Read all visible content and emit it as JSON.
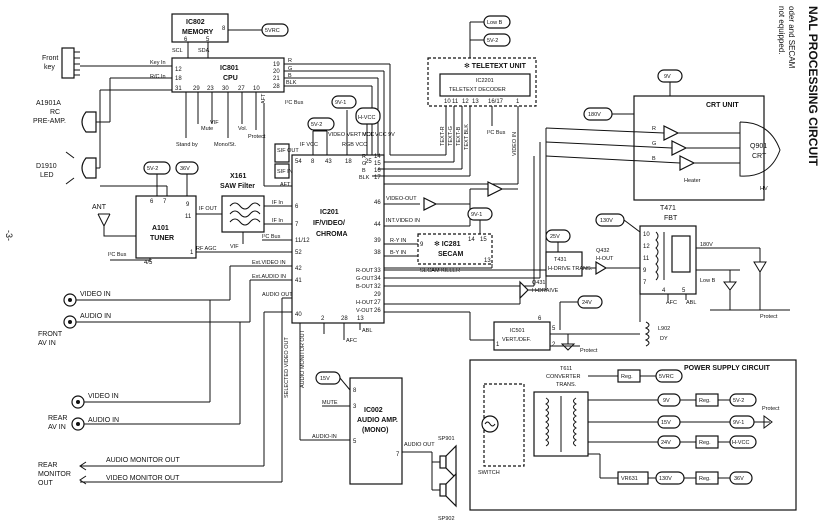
{
  "side_text": {
    "title_fragment": "NAL PROCESSING CIRCUIT",
    "note_line1": "oder and SECAM",
    "note_line2": "not equipped.",
    "page_number": "-3-"
  },
  "rails": {
    "5vrc": "5VRC",
    "5v2": "5V-2",
    "9v": "9V",
    "9v1": "9V-1",
    "36v": "36V",
    "180v": "180V",
    "130v": "130V",
    "25v": "25V",
    "24v": "24V",
    "15v": "15V",
    "hvcc": "H-VCC",
    "lowb": "Low B",
    "180v_fbt": "180V",
    "lowb_fbt": "Low B"
  },
  "blocks": {
    "ic802": {
      "name": "IC802",
      "sub": "MEMORY",
      "pins": [
        "8",
        "6",
        "5"
      ],
      "scl": "SCL",
      "sda": "SDA"
    },
    "ic801": {
      "name": "IC801",
      "sub": "CPU",
      "pins_left": [
        "12",
        "18",
        "31"
      ],
      "pins_right": [
        "19",
        "20",
        "21",
        "28"
      ],
      "pins_bottom": [
        "29",
        "23",
        "30",
        "27",
        "10"
      ],
      "aft": "AFT"
    },
    "ic201": {
      "name": "IC201",
      "sub1": "IF/VIDEO/",
      "sub2": "CHROMA",
      "top_pins": [
        "54",
        "8",
        "43",
        "18",
        "25"
      ],
      "top_labels": [
        "IF VCC",
        "VIDEO VERT VCC",
        "RGB VCC",
        "MCL VCC 9V"
      ],
      "right_pins": [
        "14",
        "15",
        "16",
        "17",
        "46",
        "44",
        "39",
        "38",
        "33",
        "34",
        "32",
        "29",
        "27",
        "26"
      ],
      "left_pins": [
        "6",
        "7",
        "11/12",
        "52",
        "42",
        "41",
        "40"
      ],
      "bottom_pins": [
        "2",
        "28",
        "13"
      ],
      "r": "R",
      "g": "G",
      "b": "B",
      "blk": "BLK",
      "video_out": "VIDEO-OUT",
      "int_video_in": "INT.VIDEO IN",
      "r_y_in": "R-Y IN",
      "b_y_in": "B-Y IN",
      "r_out": "R-OUT",
      "g_out": "G-OUT",
      "b_out": "B-OUT",
      "h_out": "H-OUT",
      "v_out": "V-OUT",
      "ext_video_in": "Ext.VIDEO IN",
      "ext_audio_in": "Ext.AUDIO IN",
      "audio_out": "AUDIO OUT",
      "sif_out": "SIF OUT",
      "sif_in": "SIF IN",
      "abl": "ABL",
      "afc": "AFC",
      "if_in_a": "IF In",
      "if_in_b": "IF In",
      "i2c": "I²C Bus",
      "rf_agc": "RF AGC"
    },
    "ic2201": {
      "name": "IC2201",
      "sub": "TELETEXT DECODER",
      "pins": [
        "16/17",
        "1"
      ]
    },
    "teletext_unit": "✻ TELETEXT UNIT",
    "teletext_lines": [
      "TEXT-R",
      "TEXT-G",
      "TEXT-B",
      "TEXT BLK",
      "VIDEO IN"
    ],
    "teletext_rgb": [
      "R",
      "G",
      "B",
      "BLK"
    ],
    "teletext_pins": [
      "10",
      "11",
      "12",
      "13"
    ],
    "ic281": {
      "name": "✻ IC281",
      "sub": "SECAM",
      "pins": [
        "9",
        "14",
        "15",
        "13"
      ],
      "killer": "SECAM KILLER"
    },
    "a101": {
      "name": "A101",
      "sub": "TUNER",
      "pins": [
        "6",
        "7",
        "9",
        "11",
        "4/5",
        "1"
      ],
      "if_out": "IF OUT"
    },
    "x161": {
      "name": "X161",
      "sub": "SAW Filter",
      "vif": "VIF"
    },
    "ic501": {
      "name": "IC501",
      "sub": "VERT./DEF.",
      "pins": [
        "6",
        "5",
        "1",
        "2"
      ]
    },
    "ic002": {
      "name": "IC002",
      "sub1": "AUDIO AMP.",
      "sub2": "(MONO)",
      "pins": [
        "8",
        "3",
        "5",
        "7"
      ],
      "mute": "MUTE",
      "audio_in": "AUDIO-IN",
      "audio_out_lbl": "AUDIO OUT"
    },
    "t471": {
      "name": "T471",
      "sub": "FBT",
      "pins": [
        "10",
        "12",
        "11",
        "9",
        "7",
        "4",
        "5"
      ]
    },
    "t431": {
      "name": "T431",
      "sub": "H-DRIVE TRANS."
    },
    "q432": {
      "name": "Q432",
      "sub": "H-OUT"
    },
    "q431": {
      "name": "Q431",
      "sub": "H-DRAIVE"
    },
    "l902": {
      "name": "L902",
      "sub": "DY"
    },
    "crt_unit": {
      "name": "CRT UNIT",
      "q901": "Q901",
      "crt": "CRT",
      "heater": "Heater",
      "hv": "HV",
      "r": "R",
      "g": "G",
      "b": "B"
    },
    "power": {
      "title": "POWER SUPPLY CIRCUIT",
      "t611": "T611",
      "conv": "CONVERTER",
      "trans": "TRANS.",
      "switch": "SWITCH",
      "reg": "Reg.",
      "vr631": "VR631",
      "protect": "Protect"
    }
  },
  "io": {
    "front_key": [
      "Front",
      "key"
    ],
    "a1901a": [
      "A1901A",
      "RC",
      "PRE-AMP."
    ],
    "d1910": [
      "D1910",
      "LED"
    ],
    "ant": "ANT",
    "key_in": "Key In",
    "rc_in": "R/C In",
    "scl": "SCL",
    "sda": "SDA",
    "mute": "Mute",
    "vif": "VIF",
    "vol": "Vol.",
    "protect": "Protect",
    "stand_by": "Stand by",
    "mono_st": "Mono/St.",
    "i2c_bus": "I²C Bus",
    "front_av": [
      "FRONT",
      "AV IN"
    ],
    "rear_av": [
      "REAR",
      "AV IN"
    ],
    "video_in": "VIDEO IN",
    "audio_in": "AUDIO IN",
    "rear_monitor": [
      "REAR",
      "MONITOR",
      "OUT"
    ],
    "audio_monitor_out": "AUDIO MONITOR OUT",
    "video_monitor_out": "VIDEO MONITOR OUT",
    "selected_video_out": "SELECTED VIDEO OUT",
    "audio_monitor_out_v": "AUDIO MONITOR OUT",
    "sp901": "SP901",
    "sp902": "SP902",
    "protect_label": "Protect"
  }
}
